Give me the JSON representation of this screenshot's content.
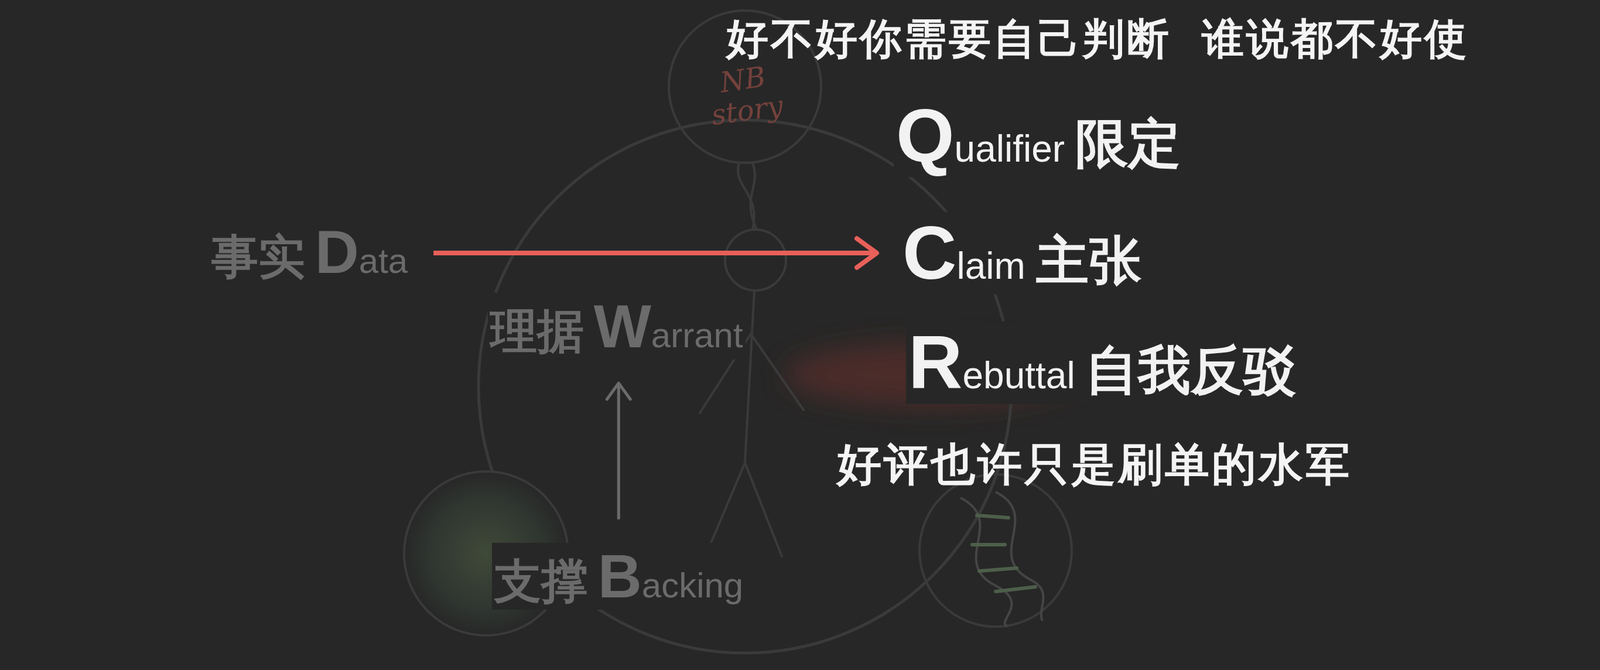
{
  "diagram": {
    "nodes": [
      {
        "text": [
          "Qualifier 限定"
        ]
      },
      {
        "text": [
          "事实 Data"
        ]
      },
      {
        "text": [
          "Claim 主张"
        ]
      },
      {
        "text": [
          "理据 Warrant"
        ]
      },
      {
        "text": [
          "Rebuttal 自我反驳"
        ]
      },
      {
        "text": [
          "支撑 Backing"
        ]
      }
    ],
    "edges": [
      {
        "from": 1,
        "to": 2,
        "arrow": "to"
      },
      {
        "from": 5,
        "to": 3,
        "arrow": "to"
      }
    ],
    "labels": [
      "好不好你需要自己判断 谁说都不好使",
      "好评也许只是刷单的水军",
      "NB story"
    ]
  }
}
